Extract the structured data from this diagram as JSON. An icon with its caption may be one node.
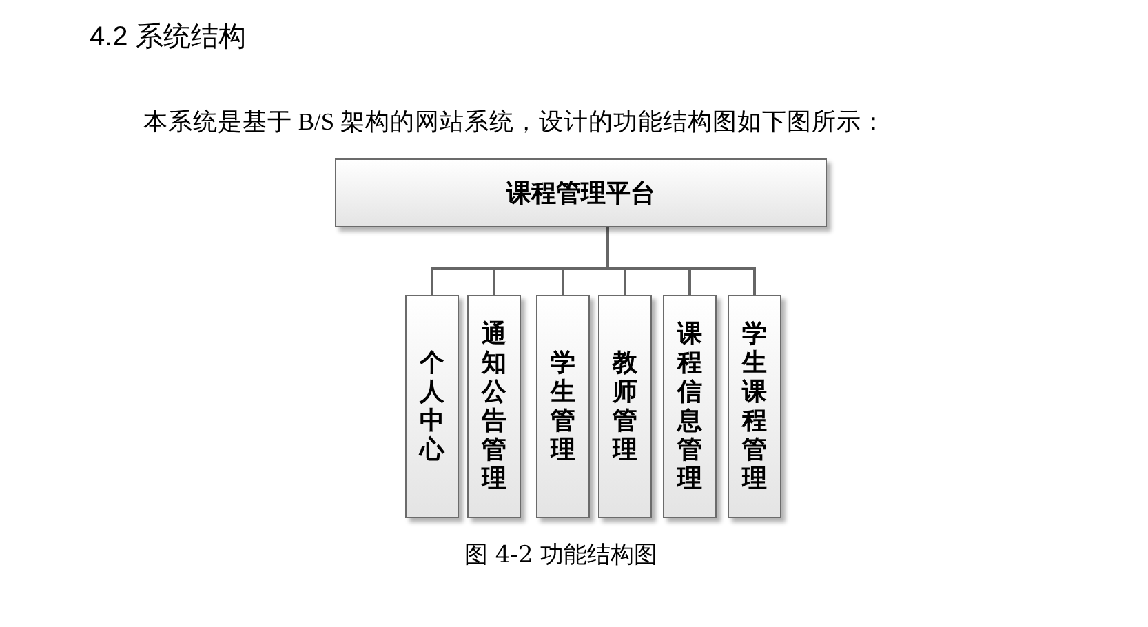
{
  "diagram": {
    "title": "4.2 系统结构",
    "caption": "图 4-2 功能结构图",
    "nodes": [
      {
        "text": [
          "课程管理平台"
        ]
      },
      {
        "text": [
          "个人中心"
        ]
      },
      {
        "text": [
          "通知公告管理"
        ]
      },
      {
        "text": [
          "学生管理"
        ]
      },
      {
        "text": [
          "教师管理"
        ]
      },
      {
        "text": [
          "课程信息管理"
        ]
      },
      {
        "text": [
          "学生课程管理"
        ]
      }
    ],
    "edges": [
      {
        "from": 0,
        "to": 1,
        "arrow": "none"
      },
      {
        "from": 0,
        "to": 2,
        "arrow": "none"
      },
      {
        "from": 0,
        "to": 3,
        "arrow": "none"
      },
      {
        "from": 0,
        "to": 4,
        "arrow": "none"
      },
      {
        "from": 0,
        "to": 5,
        "arrow": "none"
      },
      {
        "from": 0,
        "to": 6,
        "arrow": "none"
      }
    ],
    "labels": [
      "本系统是基于 B/S 架构的网站系统，设计的功能结构图如下图所示："
    ]
  }
}
